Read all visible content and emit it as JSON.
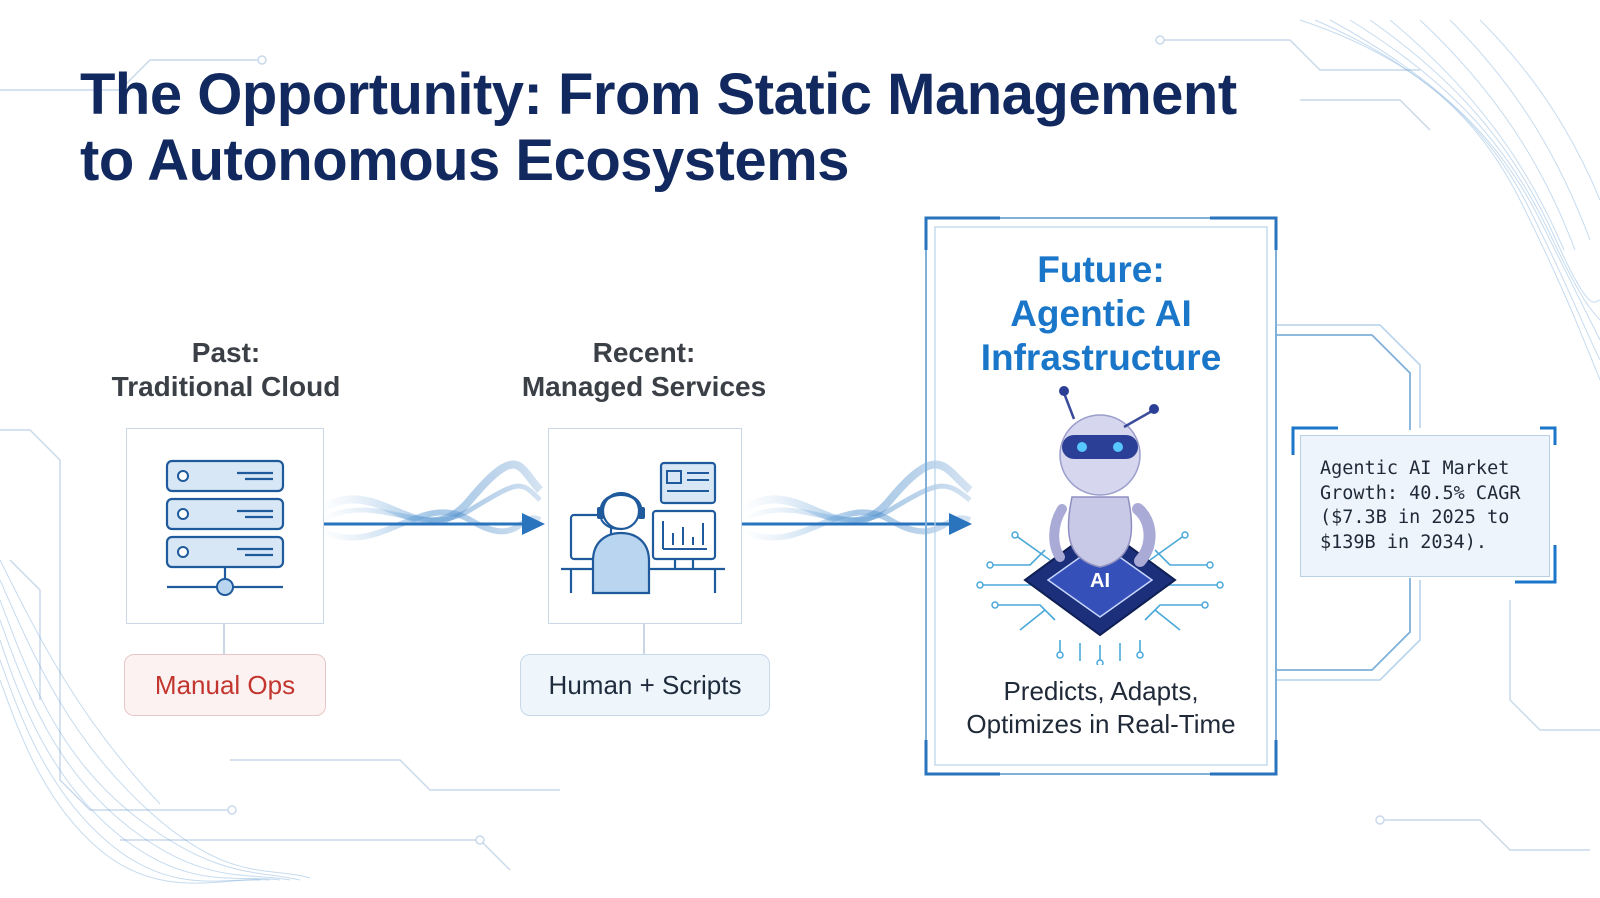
{
  "title": {
    "line1": "The Opportunity: From Static Management",
    "line2": "to Autonomous Ecosystems"
  },
  "stages": {
    "past": {
      "label_line1": "Past:",
      "label_line2": "Traditional Cloud",
      "tag": "Manual Ops",
      "icon": "server-rack-icon"
    },
    "recent": {
      "label_line1": "Recent:",
      "label_line2": "Managed Services",
      "tag": "Human + Scripts",
      "icon": "operator-workstation-icon"
    },
    "future": {
      "title_line1": "Future:",
      "title_line2": "Agentic AI",
      "title_line3": "Infrastructure",
      "chip_label": "AI",
      "description_line1": "Predicts, Adapts,",
      "description_line2": "Optimizes in Real-Time",
      "icon": "robot-on-ai-chip-icon"
    }
  },
  "market_stat": {
    "line1": "Agentic AI Market",
    "line2": "Growth: 40.5% CAGR",
    "line3": "($7.3B in 2025 to",
    "line4": "$139B in 2034)."
  },
  "colors": {
    "title": "#11295f",
    "accent_blue": "#1976c8",
    "arrow_blue": "#2a73bd",
    "manual_red": "#c2362f",
    "panel_border": "#7fb0da"
  }
}
